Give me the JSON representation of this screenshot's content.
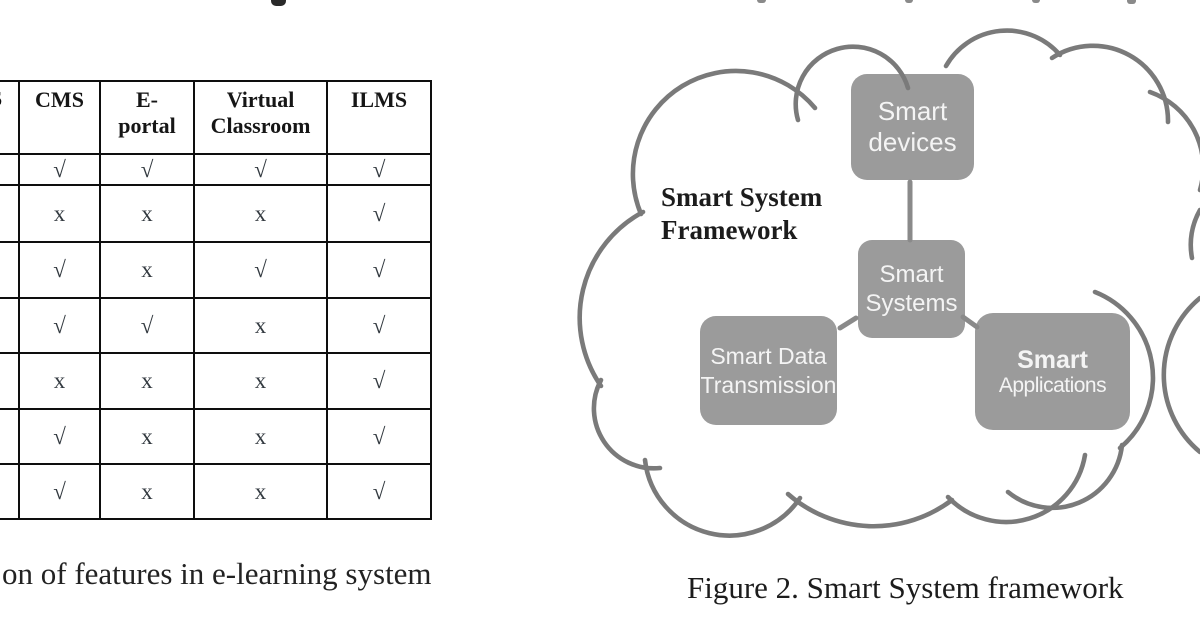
{
  "table": {
    "header_fragment": "S",
    "headers": [
      "CMS",
      "E-\nportal",
      "Virtual\nClassroom",
      "ILMS"
    ],
    "rows": [
      [
        "√",
        "√",
        "√",
        "√"
      ],
      [
        "x",
        "x",
        "x",
        "√"
      ],
      [
        "√",
        "x",
        "√",
        "√"
      ],
      [
        "√",
        "√",
        "x",
        "√"
      ],
      [
        "x",
        "x",
        "x",
        "√"
      ],
      [
        "√",
        "x",
        "x",
        "√"
      ],
      [
        "√",
        "x",
        "x",
        "√"
      ]
    ],
    "check_glyph": "√",
    "cross_glyph": "x",
    "caption": "on of features in e-learning system"
  },
  "figure": {
    "cloud_label": "Smart System\nFramework",
    "nodes": {
      "devices": {
        "label": "Smart\ndevices"
      },
      "systems": {
        "label": "Smart\nSystems"
      },
      "data_transmission": {
        "label": "Smart Data\nTransmission"
      },
      "applications": {
        "line1": "Smart",
        "line2": "Applications"
      }
    },
    "caption": "Figure 2. Smart System framework"
  },
  "colors": {
    "node_fill": "#9b9b9b",
    "node_text": "#f4f4f4",
    "cloud_stroke": "#7a7a7a",
    "connector": "#8a8a8a",
    "table_border": "#0e0e0e"
  }
}
